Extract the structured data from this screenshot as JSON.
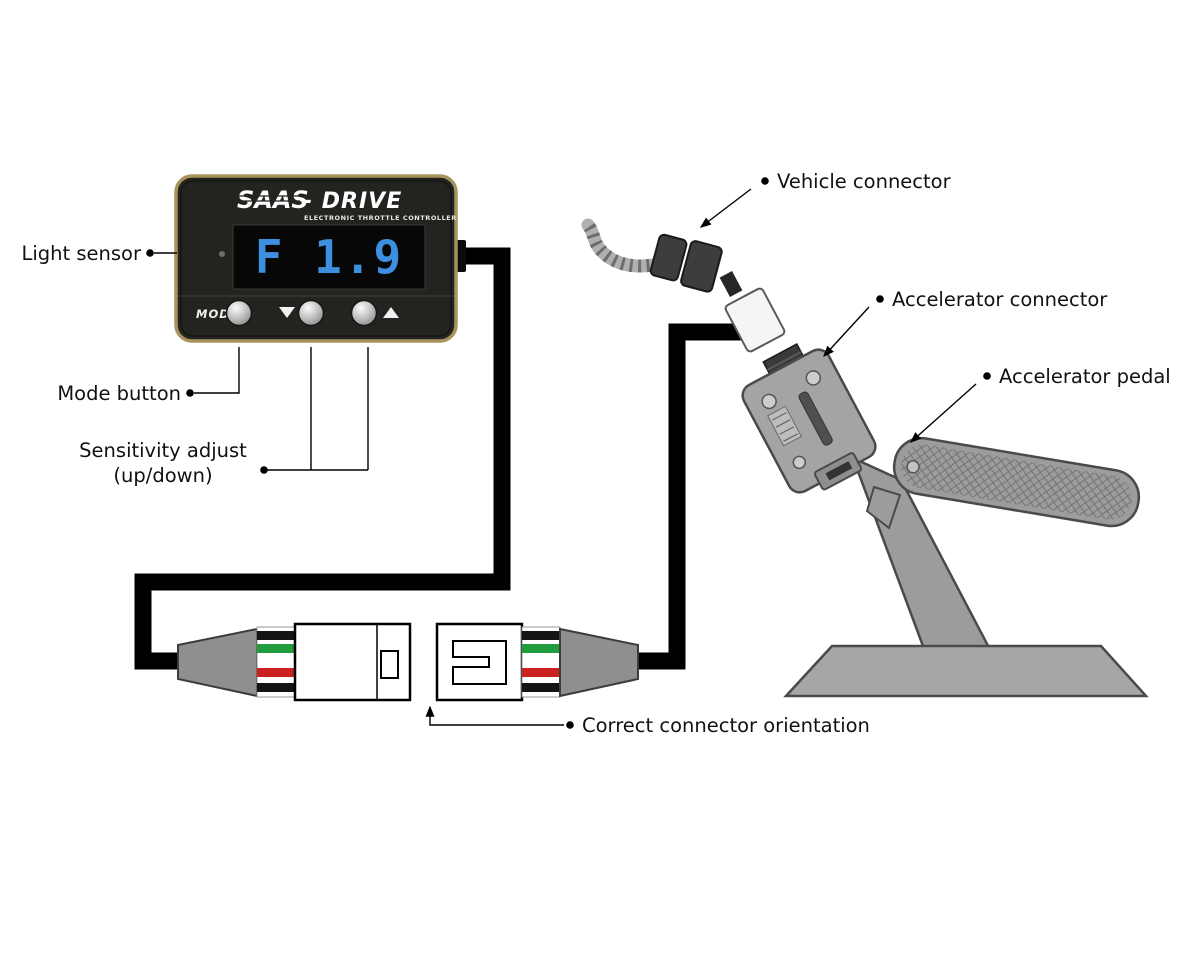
{
  "device": {
    "brand": "SAAS",
    "brand_suffix": "- DRIVE",
    "subtitle": "ELECTRONIC THROTTLE CONTROLLER",
    "display_value": "F 1.9",
    "mode_label": "MODE"
  },
  "labels": {
    "light_sensor": "Light sensor",
    "mode_button": "Mode button",
    "sensitivity_line1": "Sensitivity adjust",
    "sensitivity_line2": "(up/down)",
    "vehicle_connector": "Vehicle connector",
    "accelerator_connector": "Accelerator connector",
    "accelerator_pedal": "Accelerator pedal",
    "correct_connector_orientation": "Correct connector orientation"
  },
  "colors": {
    "device_body": "#23231f",
    "device_border": "#a8935c",
    "display_text": "#3d8fe0",
    "wire_green": "#219c3e",
    "wire_red": "#cc2121",
    "wire_black": "#141414",
    "metal_gray": "#9c9c9c"
  }
}
